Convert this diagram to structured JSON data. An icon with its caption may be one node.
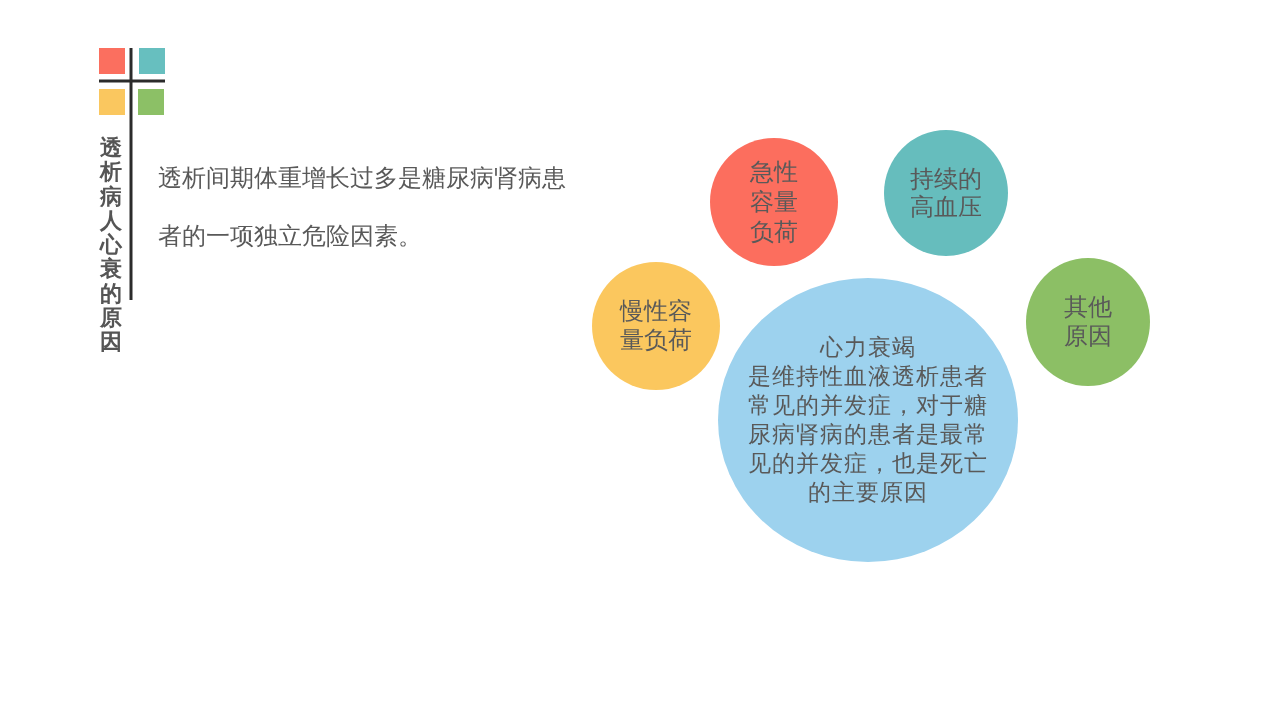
{
  "diagram": {
    "title": "透析病人心衰的原因",
    "nodes": [
      {
        "text": [
          "急性容量负荷"
        ]
      },
      {
        "text": [
          "持续的高血压"
        ]
      },
      {
        "text": [
          "慢性容量负荷"
        ]
      },
      {
        "text": [
          "其他原因"
        ]
      },
      {
        "text": [
          "心力衰竭",
          "是维持性血液透析患者常见的并发症，对于糖尿病肾病的患者是最常见的并发症，也是死亡的主要原因"
        ]
      }
    ],
    "labels": [
      "透析间期体重增长过多是糖尿病肾病患者的一项独立危险因素。"
    ]
  }
}
